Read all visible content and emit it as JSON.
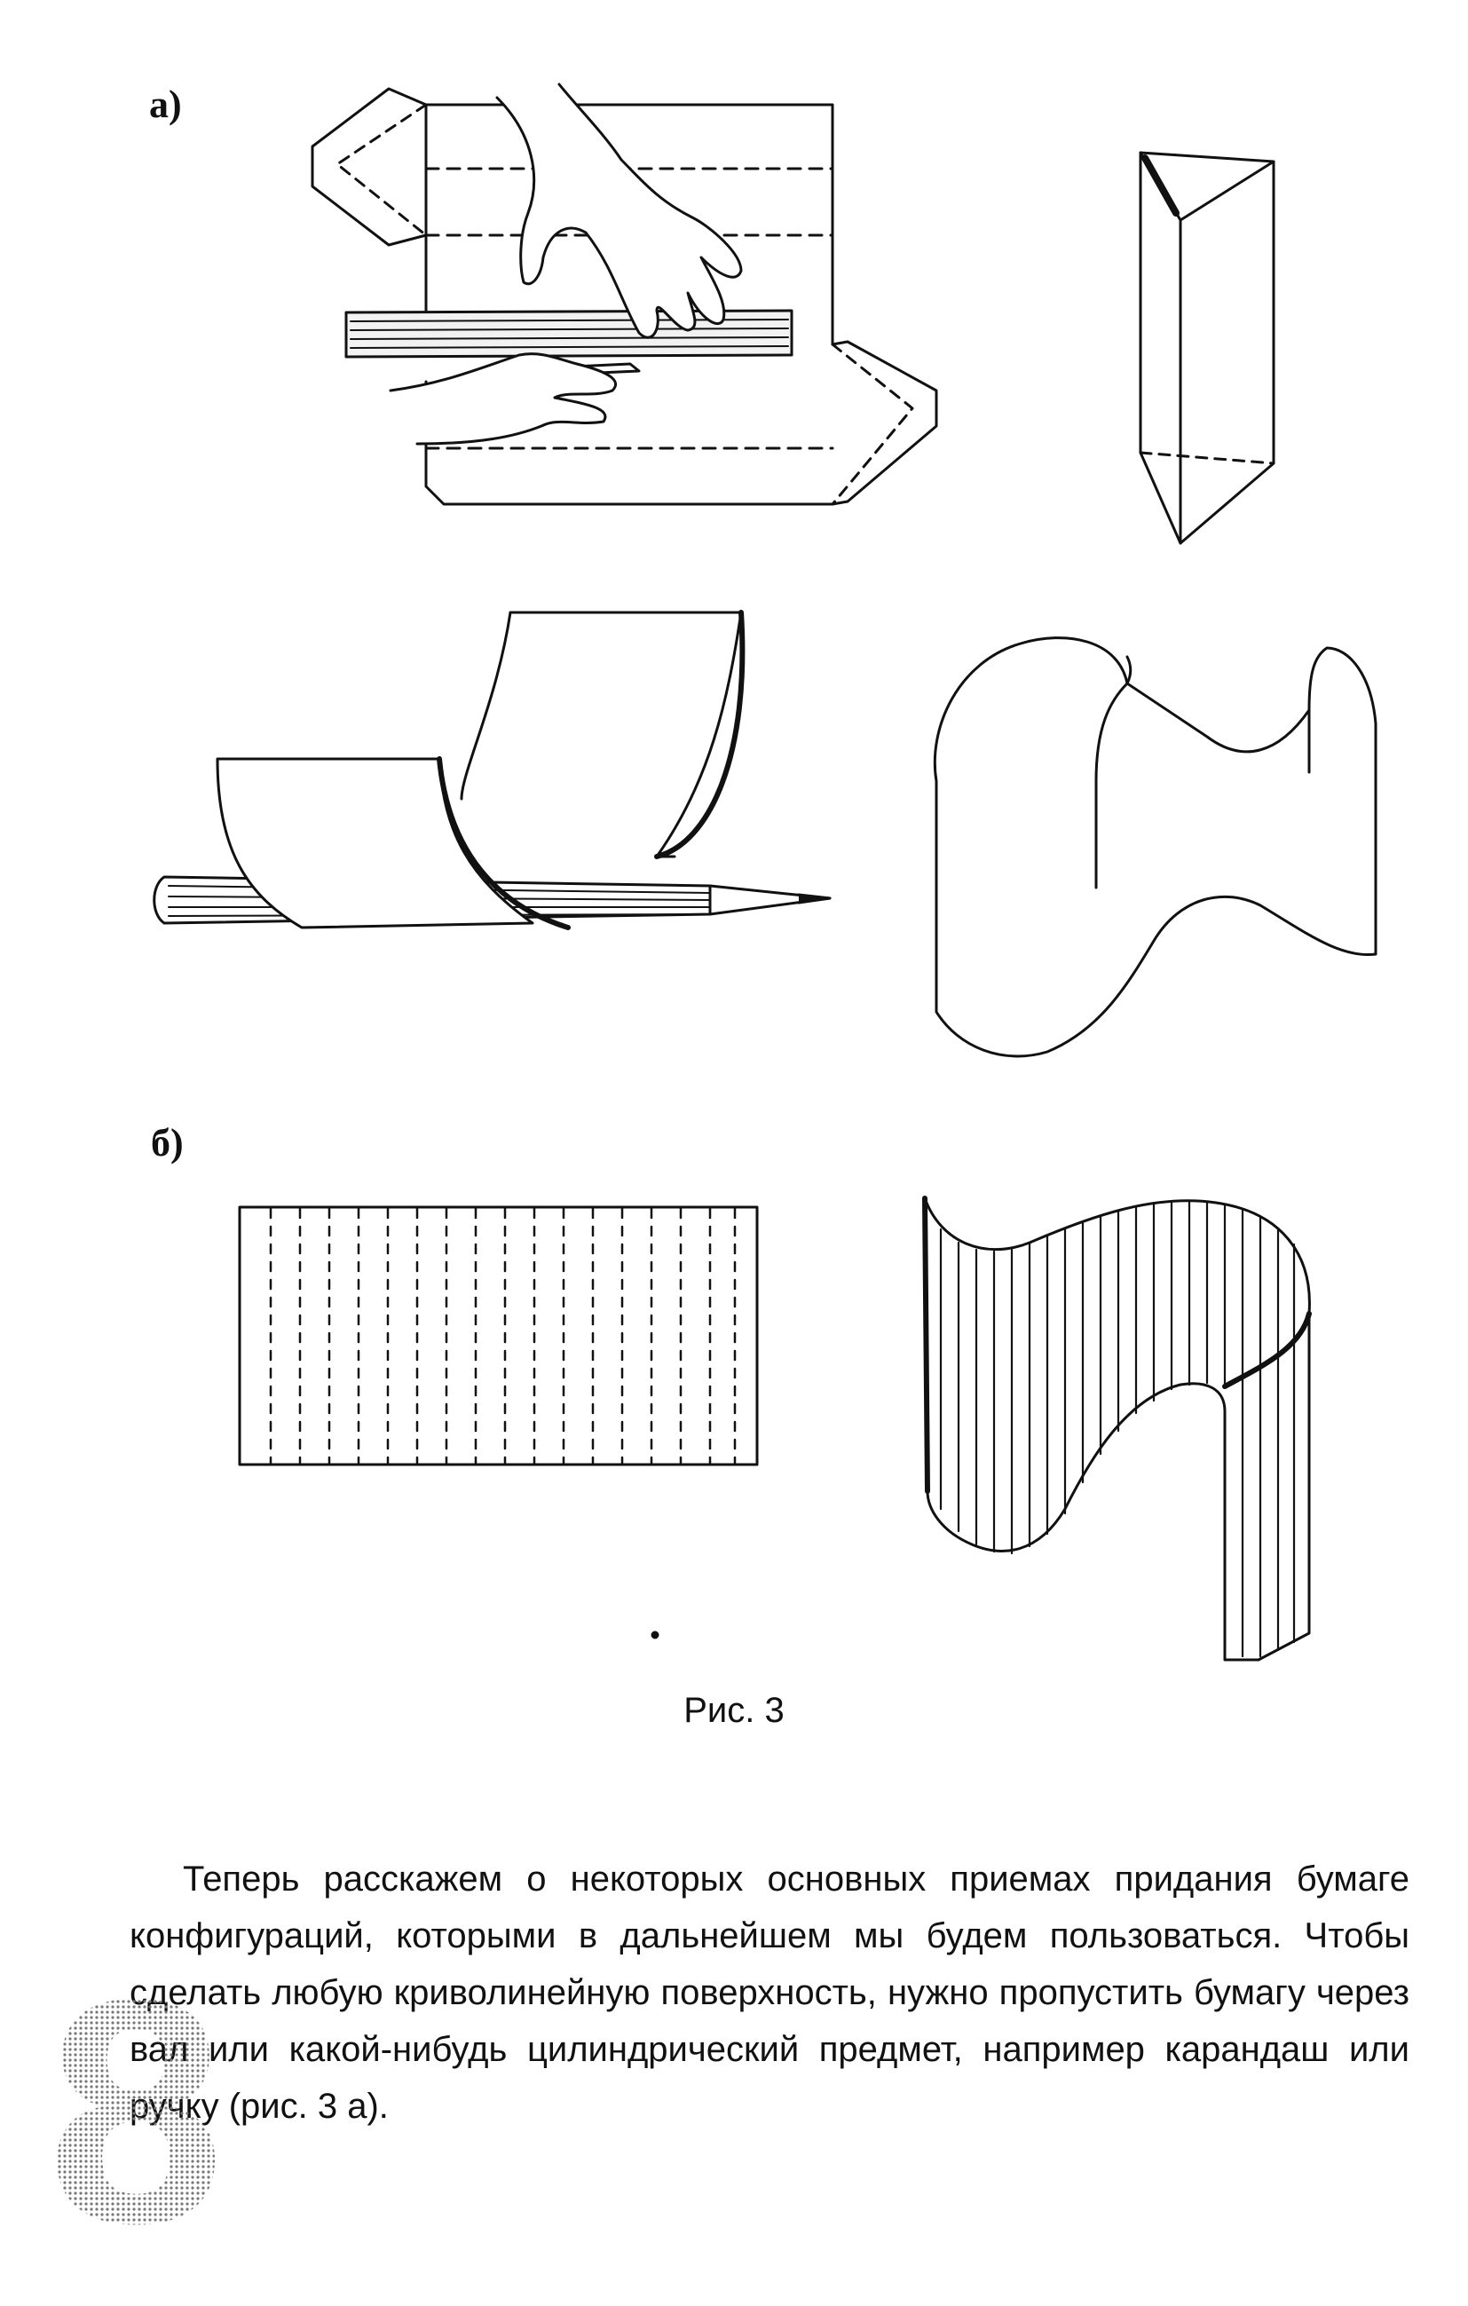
{
  "figure": {
    "label_a": "а)",
    "label_b": "б)",
    "caption": "Рис. 3"
  },
  "body_text": "Теперь расскажем о некоторых основных приемах придания бумаге конфигураций, которыми в дальнейшем мы будем пользоваться. Чтобы сделать любую криволинейную поверхность, нужно пропустить бумагу через вал или какой-нибудь цилиндрический предмет, например карандаш или ручку (рис. 3 а).",
  "page_number": "8"
}
